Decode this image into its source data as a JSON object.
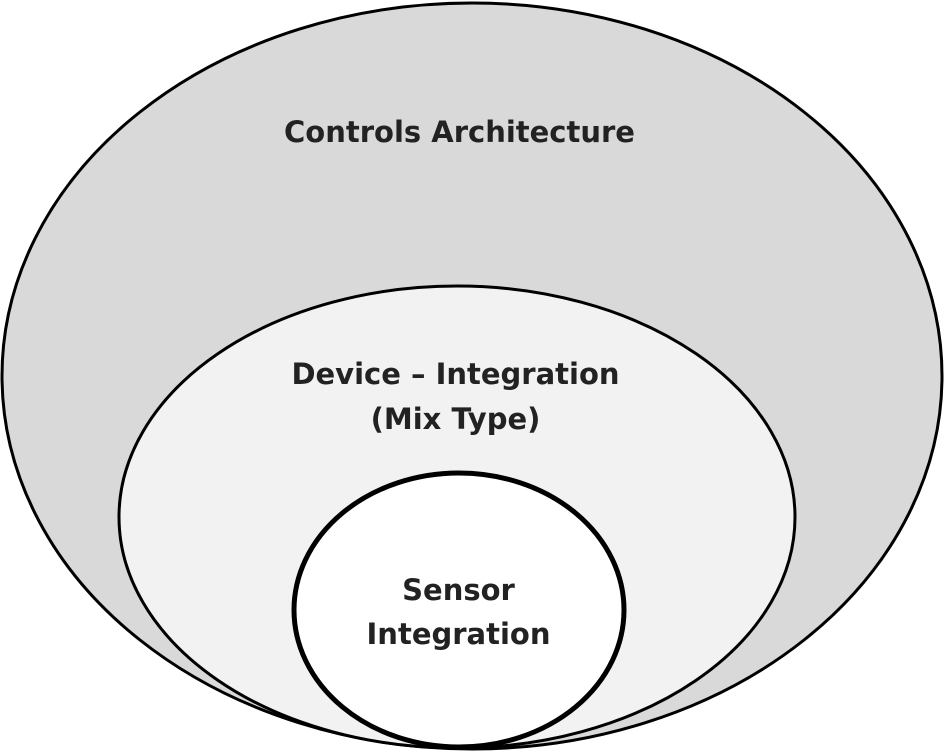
{
  "outer": {
    "label": "Controls Architecture",
    "fill": "#d9d9d9"
  },
  "middle": {
    "label_line1": "Device – Integration",
    "label_line2": "(Mix  Type)",
    "fill": "#f2f2f2"
  },
  "inner": {
    "label_line1": "Sensor",
    "label_line2": "Integration",
    "fill": "#ffffff"
  }
}
